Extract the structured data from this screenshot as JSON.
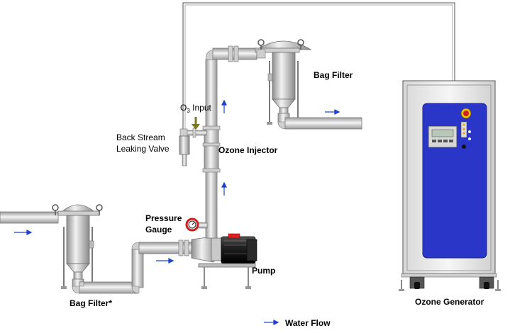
{
  "labels": {
    "bag_filter_top": "Bag Filter",
    "bag_filter_bottom": "Bag Filter*",
    "o3_input_prefix": "O",
    "o3_input_sub": "3",
    "o3_input_suffix": " Input",
    "back_stream_line1": "Back Stream",
    "back_stream_line2": "Leaking Valve",
    "ozone_injector": "Ozone Injector",
    "pressure_gauge_line1": "Pressure",
    "pressure_gauge_line2": "Gauge",
    "pump": "Pump",
    "ozone_generator": "Ozone Generator",
    "legend_water_flow": "Water Flow"
  },
  "colors": {
    "pipe": "#dcdcdc",
    "pipe_edge": "#7a7a7a",
    "arrow": "#1f3fd0",
    "panel_blue": "#2a36c8",
    "cabinet": "#ececec",
    "o3_arrow": "#7a7a1a",
    "gauge_red": "#c81e1e"
  },
  "icons": {
    "flow_arrow": "right-arrow-icon",
    "flow_arrow_up": "up-arrow-icon",
    "o3_arrow": "down-arrow-icon",
    "gauge": "pressure-gauge-icon",
    "emergency_stop": "emergency-stop-icon",
    "caster": "caster-wheel-icon"
  }
}
